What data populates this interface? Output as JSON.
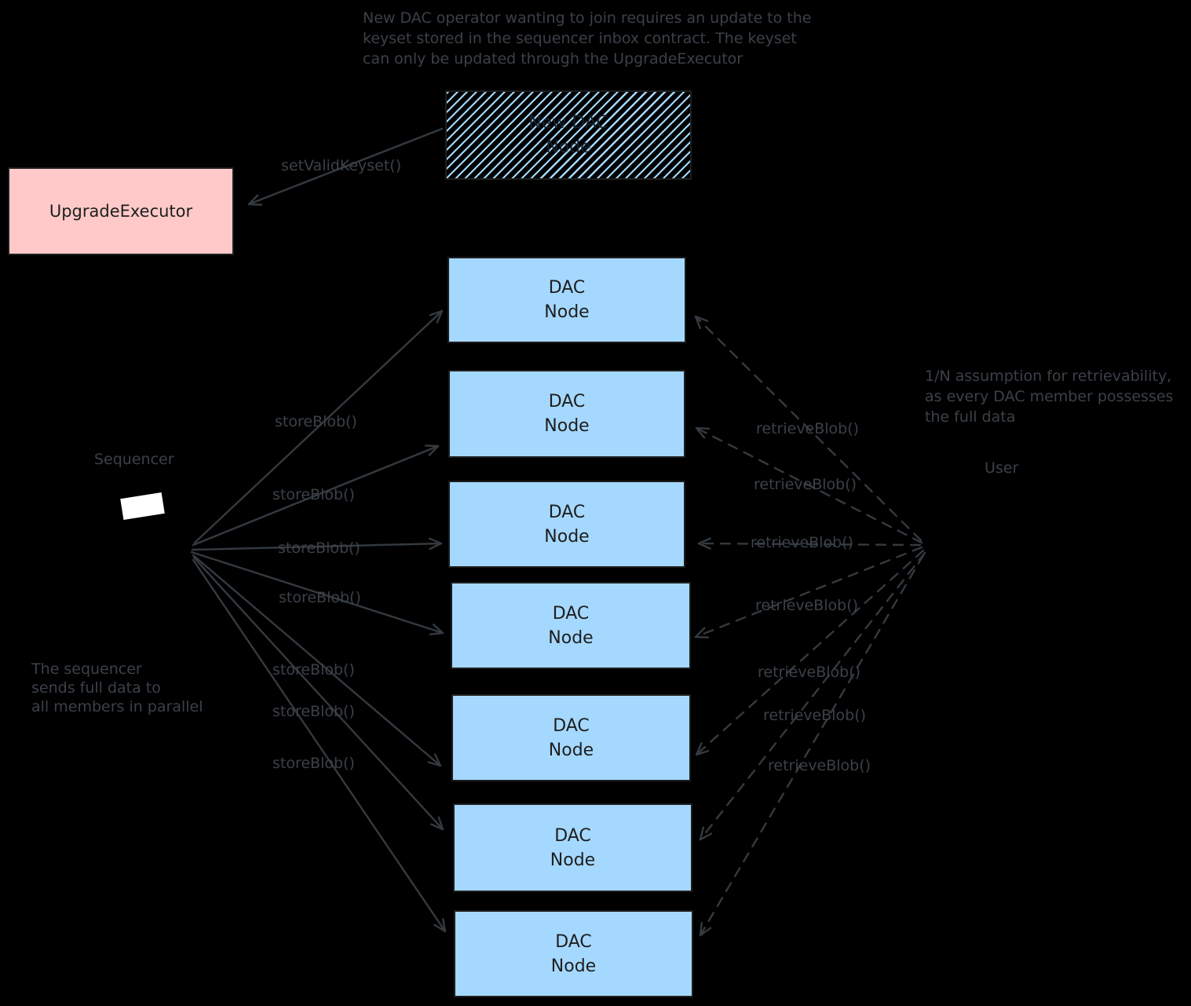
{
  "annotations": {
    "top_note": "New DAC operator wanting to join requires an update to the\nkeyset stored in the sequencer inbox contract. The keyset\ncan only be updated through the UpgradeExecutor",
    "left_note": "The sequencer\nsends full data to\nall members in parallel",
    "right_note": "1/N assumption for retrievability,\nas every DAC member possesses\nthe full data"
  },
  "nodes": {
    "upgrade_executor": {
      "label": "UpgradeExecutor",
      "fill": "#ffc9c9"
    },
    "new_dac_node": {
      "label": "New DAC\nNode",
      "fill": "#a5d8ff",
      "fill_style": "hachure"
    },
    "sequencer": {
      "label": "Sequencer"
    },
    "user": {
      "label": "User"
    },
    "dac_nodes": [
      {
        "label": "DAC\nNode"
      },
      {
        "label": "DAC\nNode"
      },
      {
        "label": "DAC\nNode"
      },
      {
        "label": "DAC\nNode"
      },
      {
        "label": "DAC\nNode"
      },
      {
        "label": "DAC\nNode"
      },
      {
        "label": "DAC\nNode"
      }
    ]
  },
  "edges": {
    "set_valid_keyset": "setValidKeyset()",
    "store_calls": [
      "storeBlob()",
      "storeBlob()",
      "storeBlob()",
      "storeBlob()",
      "storeBlob()",
      "storeBlob()",
      "storeBlob()"
    ],
    "retrieve_calls": [
      "retrieveBlob()",
      "retrieveBlob()",
      "retrieveBlob()",
      "retrieveBlob()",
      "retrieveBlob()",
      "retrieveBlob()",
      "retrieveBlob()"
    ]
  },
  "colors": {
    "background": "#000000",
    "ink": "#343a40",
    "dac_node_fill": "#a5d8ff",
    "upgrade_executor_fill": "#ffc9c9",
    "box_text": "#1e1e1e",
    "sequencer_screen": "#ffffff"
  }
}
